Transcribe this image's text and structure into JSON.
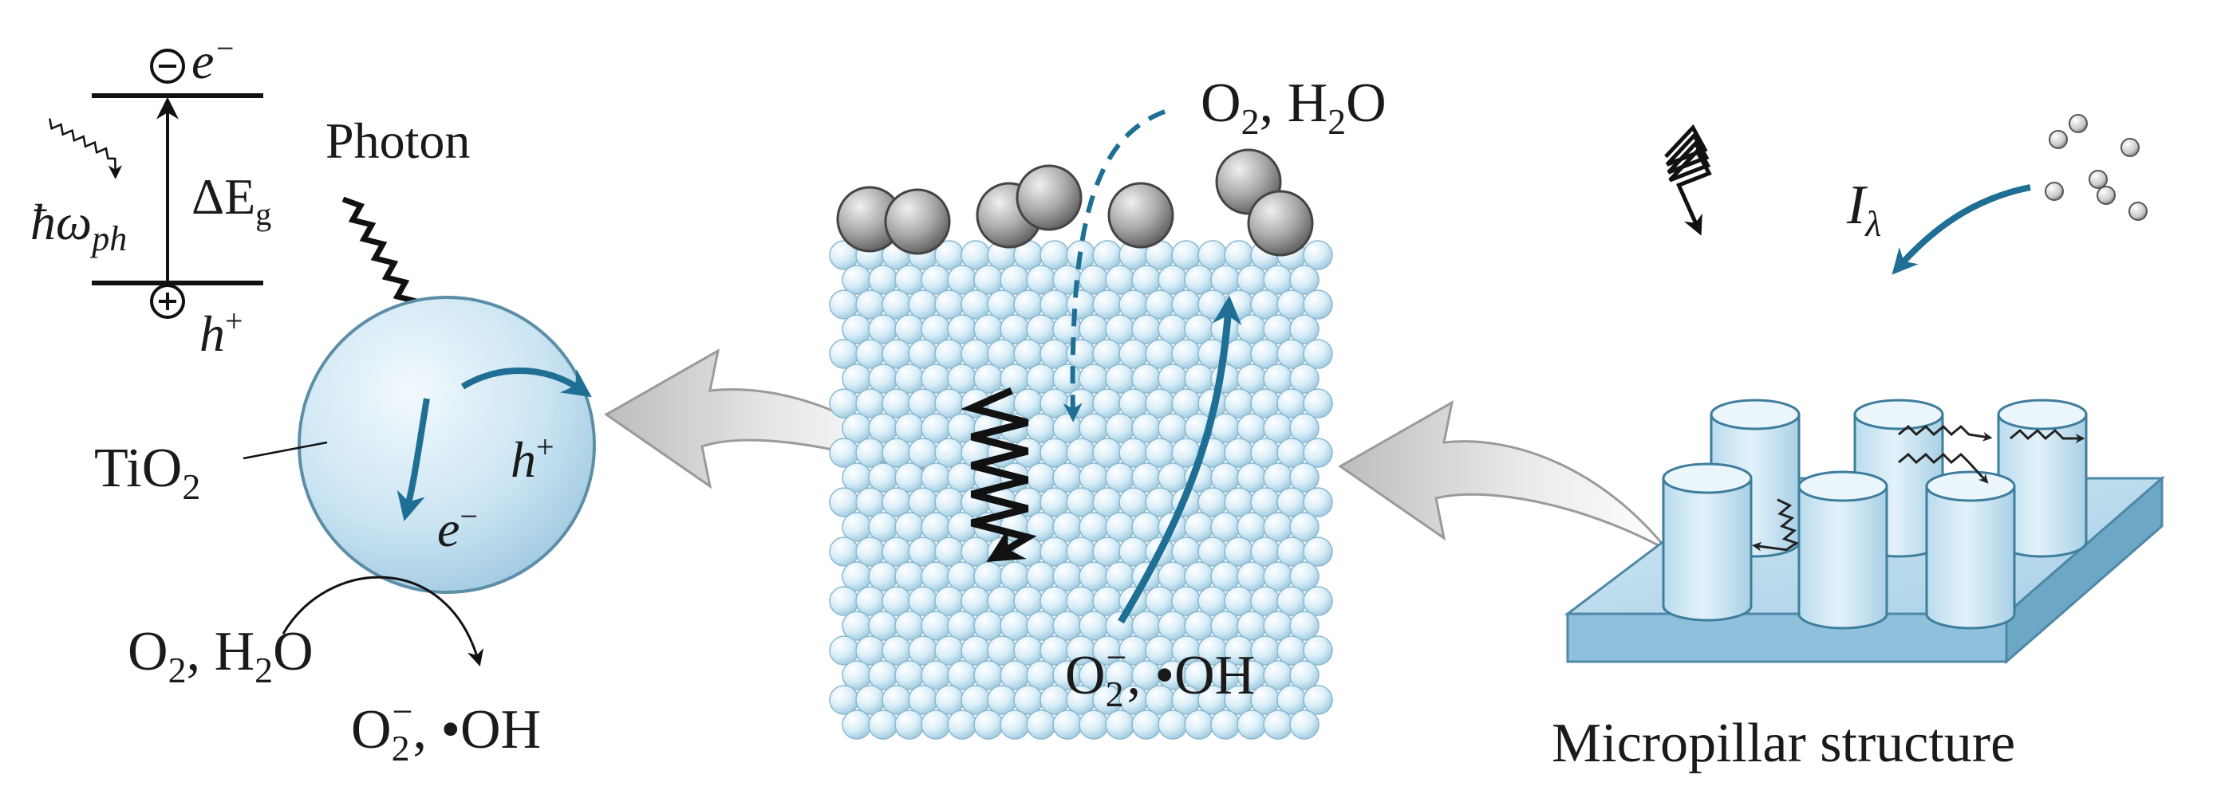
{
  "band_diagram": {
    "electron_label": "e",
    "electron_sup": "−",
    "minus_symbol": "−",
    "plus_symbol": "+",
    "photon_energy_main": "ħω",
    "photon_energy_sub": "ph",
    "gap_main": "ΔE",
    "gap_sub": "g",
    "hole_label": "h",
    "hole_sup": "+"
  },
  "particle": {
    "photon_label": "Photon",
    "material_main": "TiO",
    "material_sub": "2",
    "hole_label": "h",
    "hole_sup": "+",
    "electron_label": "e",
    "electron_sup": "−",
    "reactants_o": "O",
    "reactants_o_sub": "2",
    "reactants_h2o_h": ", H",
    "reactants_h2o_sub": "2",
    "reactants_h2o_o": "O",
    "products_o": "O",
    "products_o_sub": "2",
    "products_o_sup": "−",
    "products_rest": ", •OH"
  },
  "film": {
    "reactants_o": "O",
    "reactants_o_sub": "2",
    "reactants_h2o_h": ", H",
    "reactants_h2o_sub": "2",
    "reactants_h2o_o": "O",
    "products_o": "O",
    "products_o_sub": "2",
    "products_o_sup": "−",
    "products_rest": ", •OH"
  },
  "micropillar": {
    "intensity_main": "I",
    "intensity_sub": "λ",
    "caption": "Micropillar structure"
  },
  "colors": {
    "accent_blue": "#1f6f95",
    "sphere_fill": "#c9e4f2",
    "sphere_stroke": "#6d9fb9",
    "bead_fill": "#d7ecf7",
    "gray_molecule": "#9a9a9a",
    "arrow_gray": "#c8c8c8"
  }
}
